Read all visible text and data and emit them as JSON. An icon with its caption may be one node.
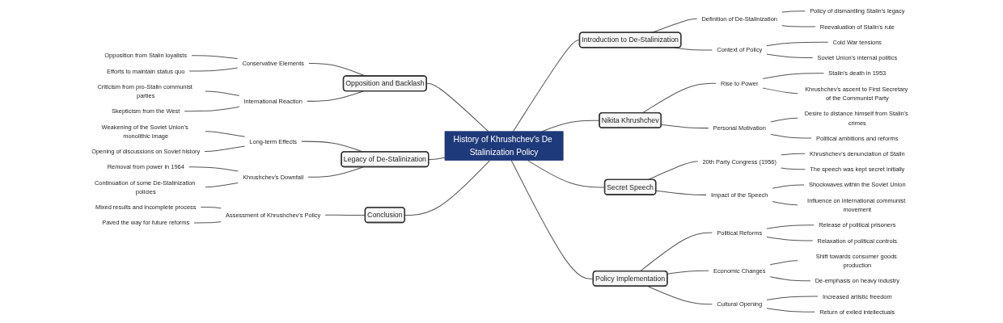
{
  "diagram": {
    "nodes": [
      {
        "text": [
          "History of Khrushchev's De Stalinization Policy"
        ]
      },
      {
        "text": [
          "Introduction to De-Stalinization"
        ]
      },
      {
        "text": [
          "Definition of De-Stalinization"
        ]
      },
      {
        "text": [
          "Policy of dismantling Stalin's legacy"
        ]
      },
      {
        "text": [
          "Reevaluation of Stalin's rule"
        ]
      },
      {
        "text": [
          "Context of Policy"
        ]
      },
      {
        "text": [
          "Cold War tensions"
        ]
      },
      {
        "text": [
          "Soviet Union's internal politics"
        ]
      },
      {
        "text": [
          "Nikita Khrushchev"
        ]
      },
      {
        "text": [
          "Rise to Power"
        ]
      },
      {
        "text": [
          "Stalin's death in 1953"
        ]
      },
      {
        "text": [
          "Khrushchev's ascent to First Secretary of the Communist Party"
        ]
      },
      {
        "text": [
          "Personal Motivation"
        ]
      },
      {
        "text": [
          "Desire to distance himself from Stalin's crimes"
        ]
      },
      {
        "text": [
          "Political ambitions and reforms"
        ]
      },
      {
        "text": [
          "Secret Speech"
        ]
      },
      {
        "text": [
          "20th Party Congress (1956)"
        ]
      },
      {
        "text": [
          "Khrushchev's denunciation of Stalin"
        ]
      },
      {
        "text": [
          "The speech was kept secret initially"
        ]
      },
      {
        "text": [
          "Impact of the Speech"
        ]
      },
      {
        "text": [
          "Shockwaves within the Soviet Union"
        ]
      },
      {
        "text": [
          "Influence on international communist movement"
        ]
      },
      {
        "text": [
          "Policy Implementation"
        ]
      },
      {
        "text": [
          "Political Reforms"
        ]
      },
      {
        "text": [
          "Release of political prisoners"
        ]
      },
      {
        "text": [
          "Relaxation of political controls"
        ]
      },
      {
        "text": [
          "Economic Changes"
        ]
      },
      {
        "text": [
          "Shift towards consumer goods production"
        ]
      },
      {
        "text": [
          "De-emphasis on heavy industry"
        ]
      },
      {
        "text": [
          "Cultural Opening"
        ]
      },
      {
        "text": [
          "Increased artistic freedom"
        ]
      },
      {
        "text": [
          "Return of exiled intellectuals"
        ]
      },
      {
        "text": [
          "Opposition and Backlash"
        ]
      },
      {
        "text": [
          "Conservative Elements"
        ]
      },
      {
        "text": [
          "Opposition from Stalin loyalists"
        ]
      },
      {
        "text": [
          "Efforts to maintain status quo"
        ]
      },
      {
        "text": [
          "International Reaction"
        ]
      },
      {
        "text": [
          "Criticism from pro-Stalin communist parties"
        ]
      },
      {
        "text": [
          "Skepticism from the West"
        ]
      },
      {
        "text": [
          "Legacy of De-Stalinization"
        ]
      },
      {
        "text": [
          "Long-term Effects"
        ]
      },
      {
        "text": [
          "Weakening of the Soviet Union's monolithic image"
        ]
      },
      {
        "text": [
          "Opening of discussions on Soviet history"
        ]
      },
      {
        "text": [
          "Khrushchev's Downfall"
        ]
      },
      {
        "text": [
          "Removal from power in 1964"
        ]
      },
      {
        "text": [
          "Continuation of some De-Stalinization policies"
        ]
      },
      {
        "text": [
          "Conclusion"
        ]
      },
      {
        "text": [
          "Assessment of Khrushchev's Policy"
        ]
      },
      {
        "text": [
          "Mixed results and incomplete process"
        ]
      },
      {
        "text": [
          "Paved the way for future reforms"
        ]
      }
    ],
    "edges": [
      {
        "from": 0,
        "to": 1,
        "arrow": "none"
      },
      {
        "from": 1,
        "to": 2,
        "arrow": "none"
      },
      {
        "from": 2,
        "to": 3,
        "arrow": "none"
      },
      {
        "from": 2,
        "to": 4,
        "arrow": "none"
      },
      {
        "from": 1,
        "to": 5,
        "arrow": "none"
      },
      {
        "from": 5,
        "to": 6,
        "arrow": "none"
      },
      {
        "from": 5,
        "to": 7,
        "arrow": "none"
      },
      {
        "from": 0,
        "to": 8,
        "arrow": "none"
      },
      {
        "from": 8,
        "to": 9,
        "arrow": "none"
      },
      {
        "from": 9,
        "to": 10,
        "arrow": "none"
      },
      {
        "from": 9,
        "to": 11,
        "arrow": "none"
      },
      {
        "from": 8,
        "to": 12,
        "arrow": "none"
      },
      {
        "from": 12,
        "to": 13,
        "arrow": "none"
      },
      {
        "from": 12,
        "to": 14,
        "arrow": "none"
      },
      {
        "from": 0,
        "to": 15,
        "arrow": "none"
      },
      {
        "from": 15,
        "to": 16,
        "arrow": "none"
      },
      {
        "from": 16,
        "to": 17,
        "arrow": "none"
      },
      {
        "from": 16,
        "to": 18,
        "arrow": "none"
      },
      {
        "from": 15,
        "to": 19,
        "arrow": "none"
      },
      {
        "from": 19,
        "to": 20,
        "arrow": "none"
      },
      {
        "from": 19,
        "to": 21,
        "arrow": "none"
      },
      {
        "from": 0,
        "to": 22,
        "arrow": "none"
      },
      {
        "from": 22,
        "to": 23,
        "arrow": "none"
      },
      {
        "from": 23,
        "to": 24,
        "arrow": "none"
      },
      {
        "from": 23,
        "to": 25,
        "arrow": "none"
      },
      {
        "from": 22,
        "to": 26,
        "arrow": "none"
      },
      {
        "from": 26,
        "to": 27,
        "arrow": "none"
      },
      {
        "from": 26,
        "to": 28,
        "arrow": "none"
      },
      {
        "from": 22,
        "to": 29,
        "arrow": "none"
      },
      {
        "from": 29,
        "to": 30,
        "arrow": "none"
      },
      {
        "from": 29,
        "to": 31,
        "arrow": "none"
      },
      {
        "from": 34,
        "to": 33,
        "arrow": "none"
      },
      {
        "from": 35,
        "to": 33,
        "arrow": "none"
      },
      {
        "from": 33,
        "to": 32,
        "arrow": "none"
      },
      {
        "from": 37,
        "to": 36,
        "arrow": "none"
      },
      {
        "from": 38,
        "to": 36,
        "arrow": "none"
      },
      {
        "from": 36,
        "to": 32,
        "arrow": "none"
      },
      {
        "from": 32,
        "to": 0,
        "arrow": "none"
      },
      {
        "from": 41,
        "to": 40,
        "arrow": "none"
      },
      {
        "from": 42,
        "to": 40,
        "arrow": "none"
      },
      {
        "from": 40,
        "to": 39,
        "arrow": "none"
      },
      {
        "from": 44,
        "to": 43,
        "arrow": "none"
      },
      {
        "from": 45,
        "to": 43,
        "arrow": "none"
      },
      {
        "from": 43,
        "to": 39,
        "arrow": "none"
      },
      {
        "from": 39,
        "to": 0,
        "arrow": "none"
      },
      {
        "from": 48,
        "to": 47,
        "arrow": "none"
      },
      {
        "from": 49,
        "to": 47,
        "arrow": "none"
      },
      {
        "from": 47,
        "to": 46,
        "arrow": "none"
      },
      {
        "from": 46,
        "to": 0,
        "arrow": "none"
      }
    ]
  }
}
